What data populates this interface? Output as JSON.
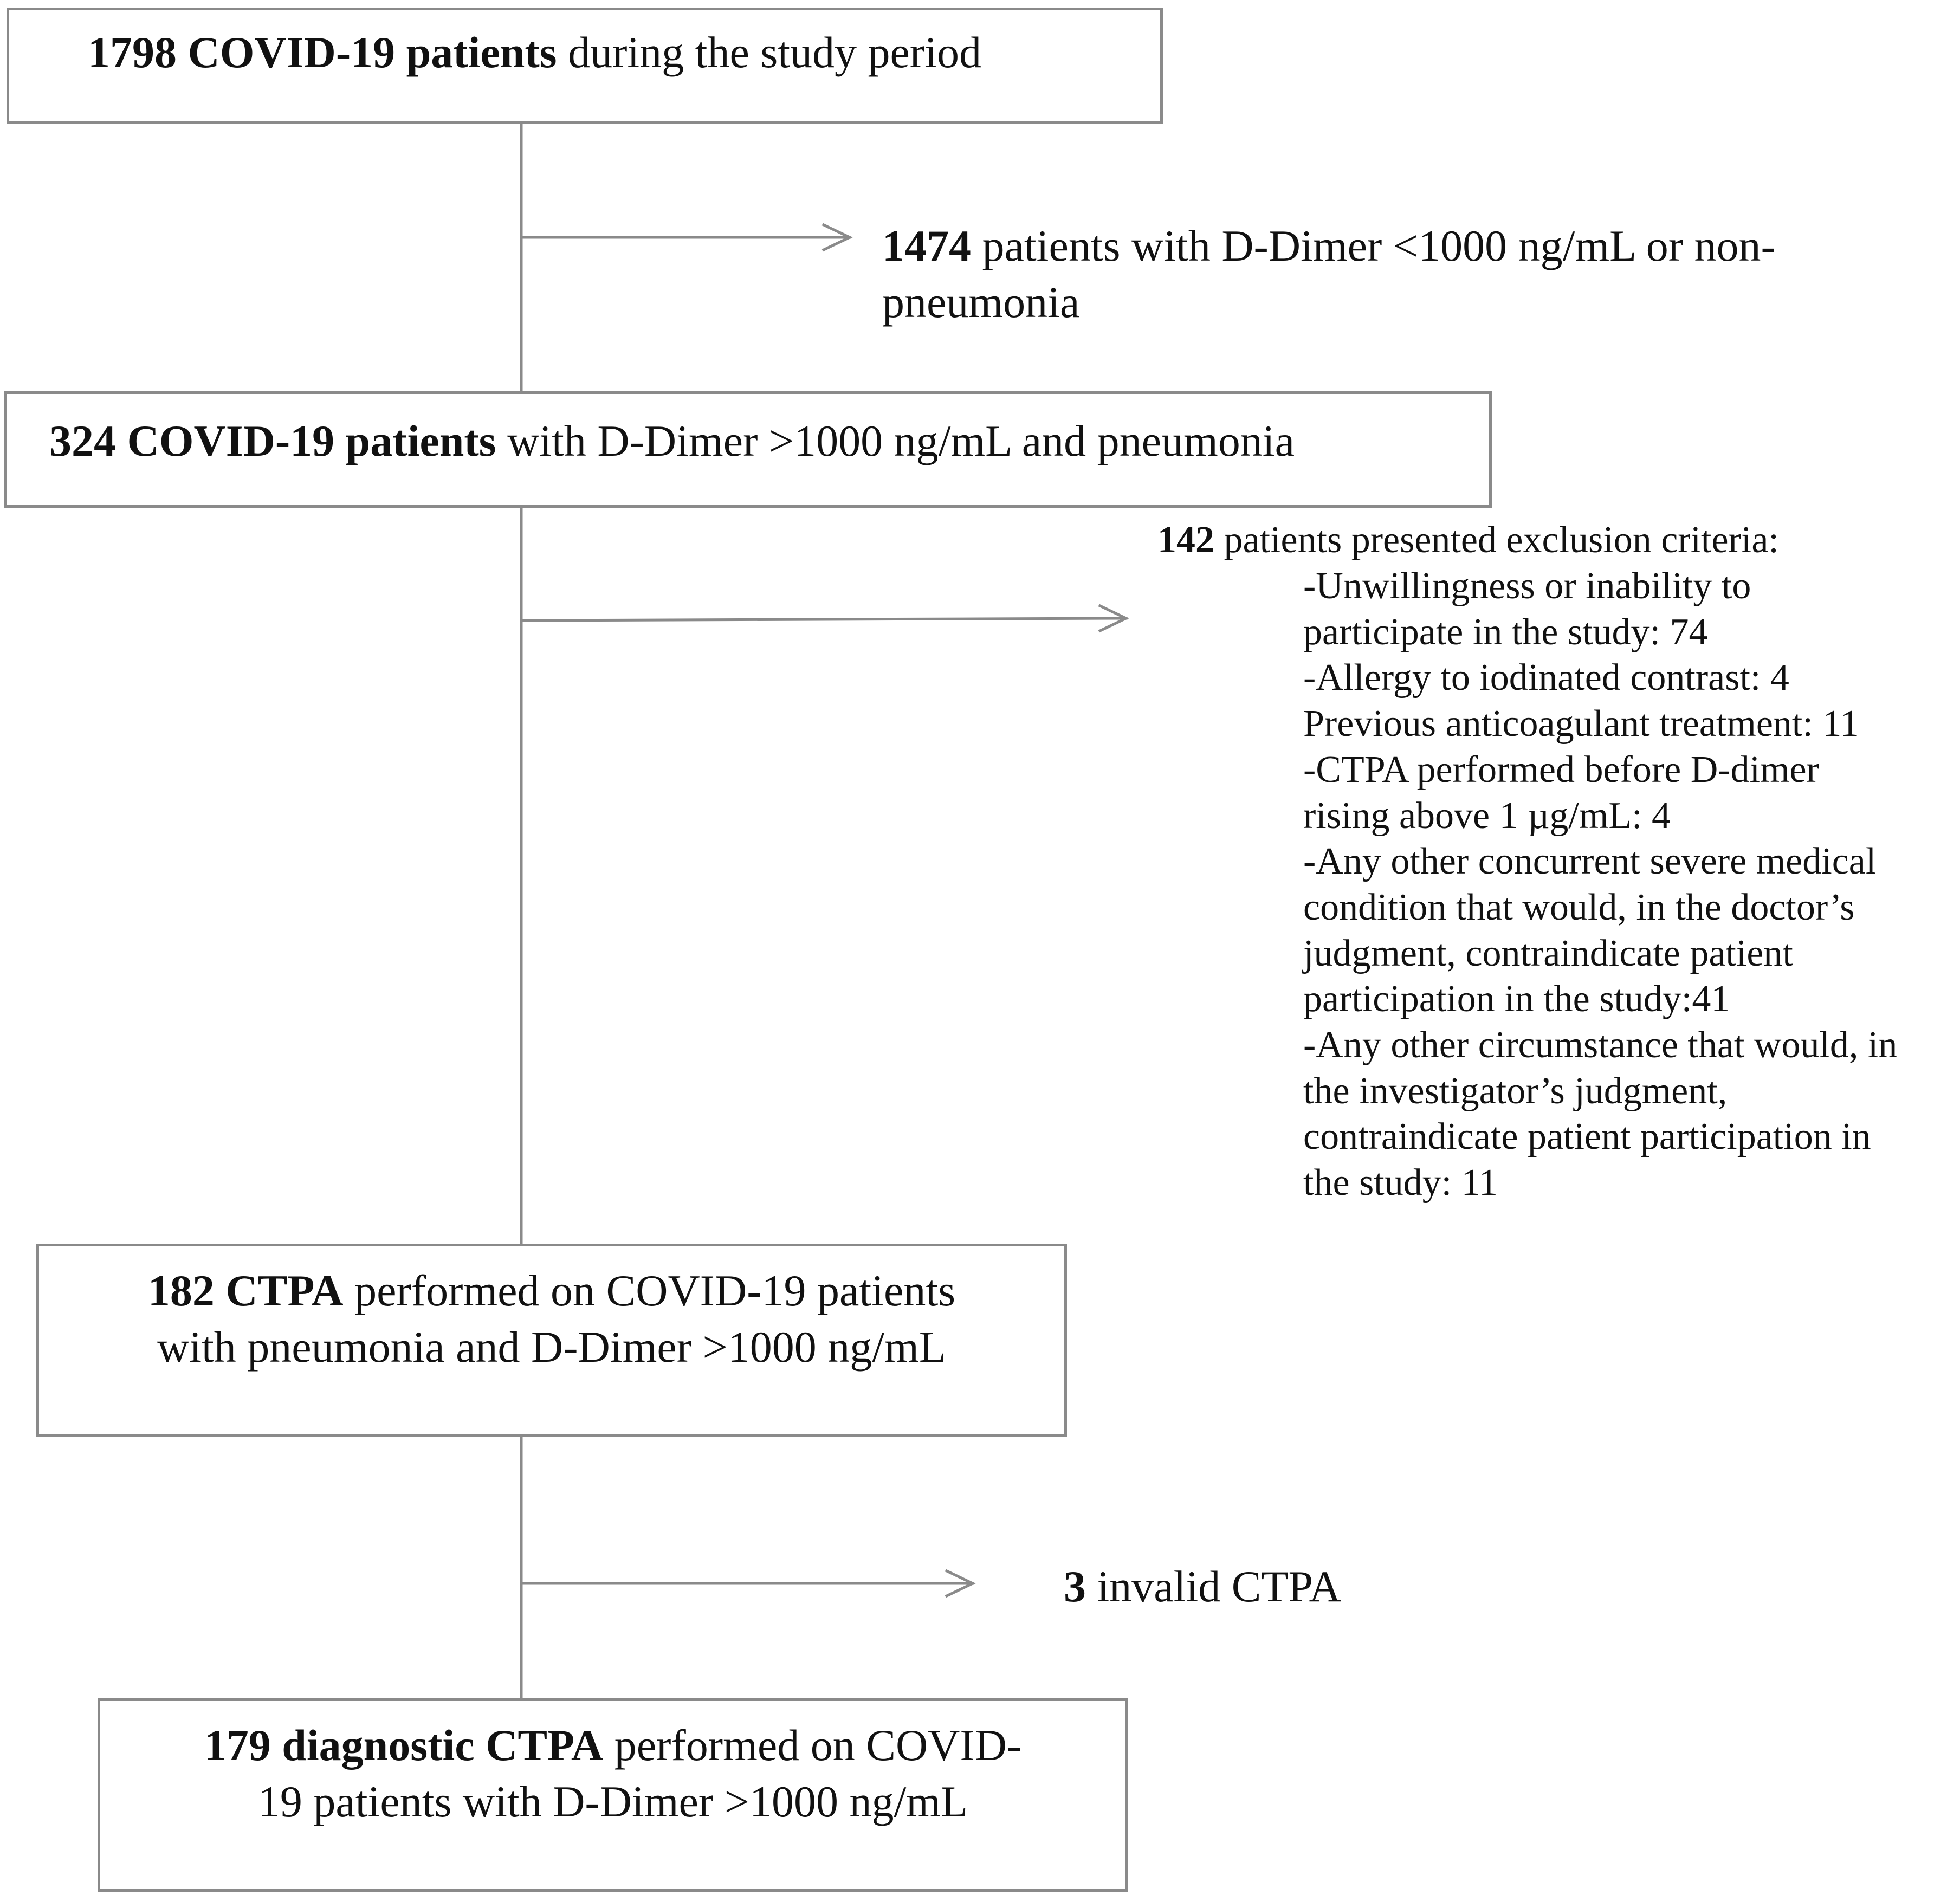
{
  "box1": {
    "bold": "1798 COVID-19 patients",
    "rest": " during the study period"
  },
  "side1": {
    "bold": "1474",
    "line1_rest": " patients with D-Dimer <1000 ng/mL or non-",
    "line2": "pneumonia"
  },
  "box2": {
    "bold": "324 COVID-19 patients",
    "rest": " with D-Dimer >1000 ng/mL and pneumonia"
  },
  "exclusion": {
    "bold": "142",
    "header_rest": " patients presented exclusion criteria:",
    "lines": [
      "-Unwillingness or inability to",
      "participate in the study: 74",
      "-Allergy to iodinated contrast: 4",
      "Previous anticoagulant treatment: 11",
      "-CTPA performed before D-dimer",
      "rising above 1 µg/mL: 4",
      "-Any other concurrent severe medical",
      "condition that would, in the doctor’s",
      "judgment, contraindicate patient",
      "participation in the study:41",
      "-Any other circumstance that would, in",
      "the investigator’s judgment,",
      "contraindicate patient participation in",
      "the study: 11"
    ]
  },
  "box3": {
    "bold": "182 CTPA",
    "line1_rest": " performed on COVID-19 patients",
    "line2": "with pneumonia and D-Dimer >1000 ng/mL"
  },
  "side3": {
    "bold": "3",
    "rest": " invalid CTPA"
  },
  "box4": {
    "bold": "179 diagnostic CTPA",
    "line1_rest": " performed on COVID-",
    "line2": "19 patients with D-Dimer >1000 ng/mL"
  }
}
